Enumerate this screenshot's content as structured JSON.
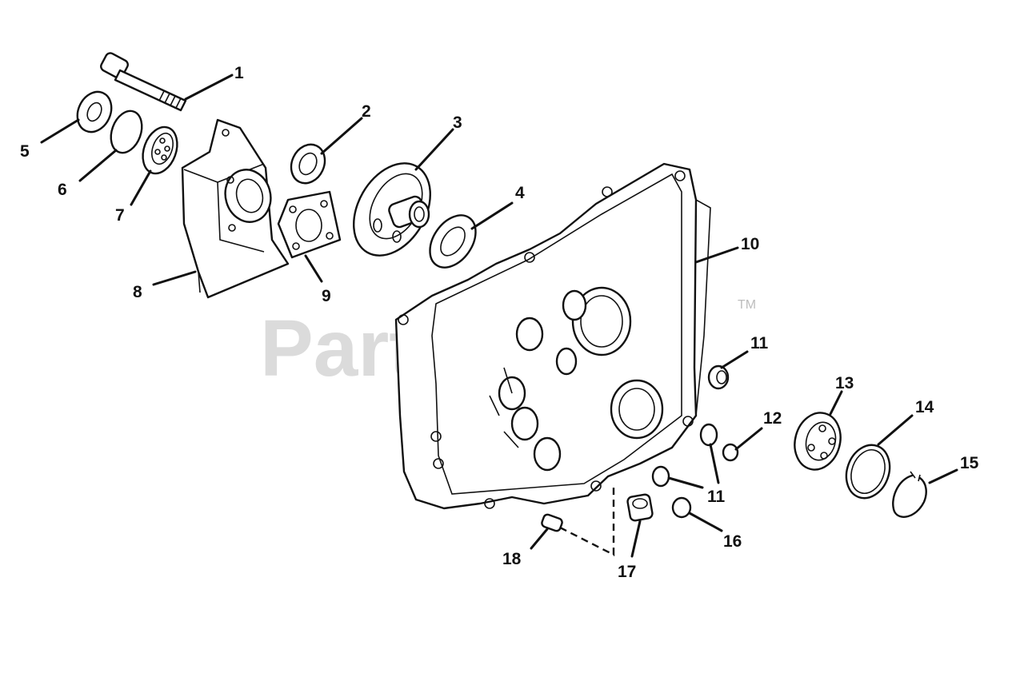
{
  "watermark": {
    "text": "PartsTree",
    "trademark": "TM"
  },
  "callouts": [
    "1",
    "2",
    "3",
    "4",
    "5",
    "6",
    "7",
    "8",
    "9",
    "10",
    "11",
    "11",
    "12",
    "13",
    "14",
    "15",
    "16",
    "17",
    "18"
  ]
}
